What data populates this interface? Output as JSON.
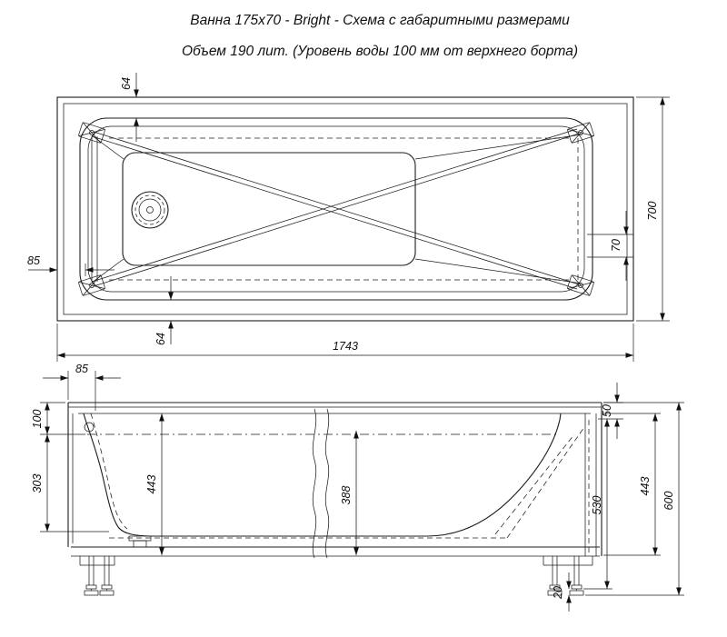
{
  "title": {
    "line1": "Ванна 175х70 - Bright - Схема с габаритными размерами",
    "line2": "Объем 190 лит. (Уровень воды 100 мм от верхнего борта)"
  },
  "top_view": {
    "dim_edge_offset_top": "64",
    "dim_width": "700",
    "dim_rim_right": "70",
    "dim_drain_offset": "85",
    "dim_edge_offset_bottom": "64",
    "dim_length": "1743"
  },
  "side_view": {
    "dim_rim_left": "85",
    "dim_rim_height": "50",
    "dim_water_level": "100",
    "dim_front_lower": "303",
    "dim_inner_depth_left": "443",
    "dim_water_depth": "388",
    "dim_frame_height": "530",
    "dim_inner_depth_right": "443",
    "dim_total_height": "600",
    "dim_foot_adjust": "20"
  }
}
